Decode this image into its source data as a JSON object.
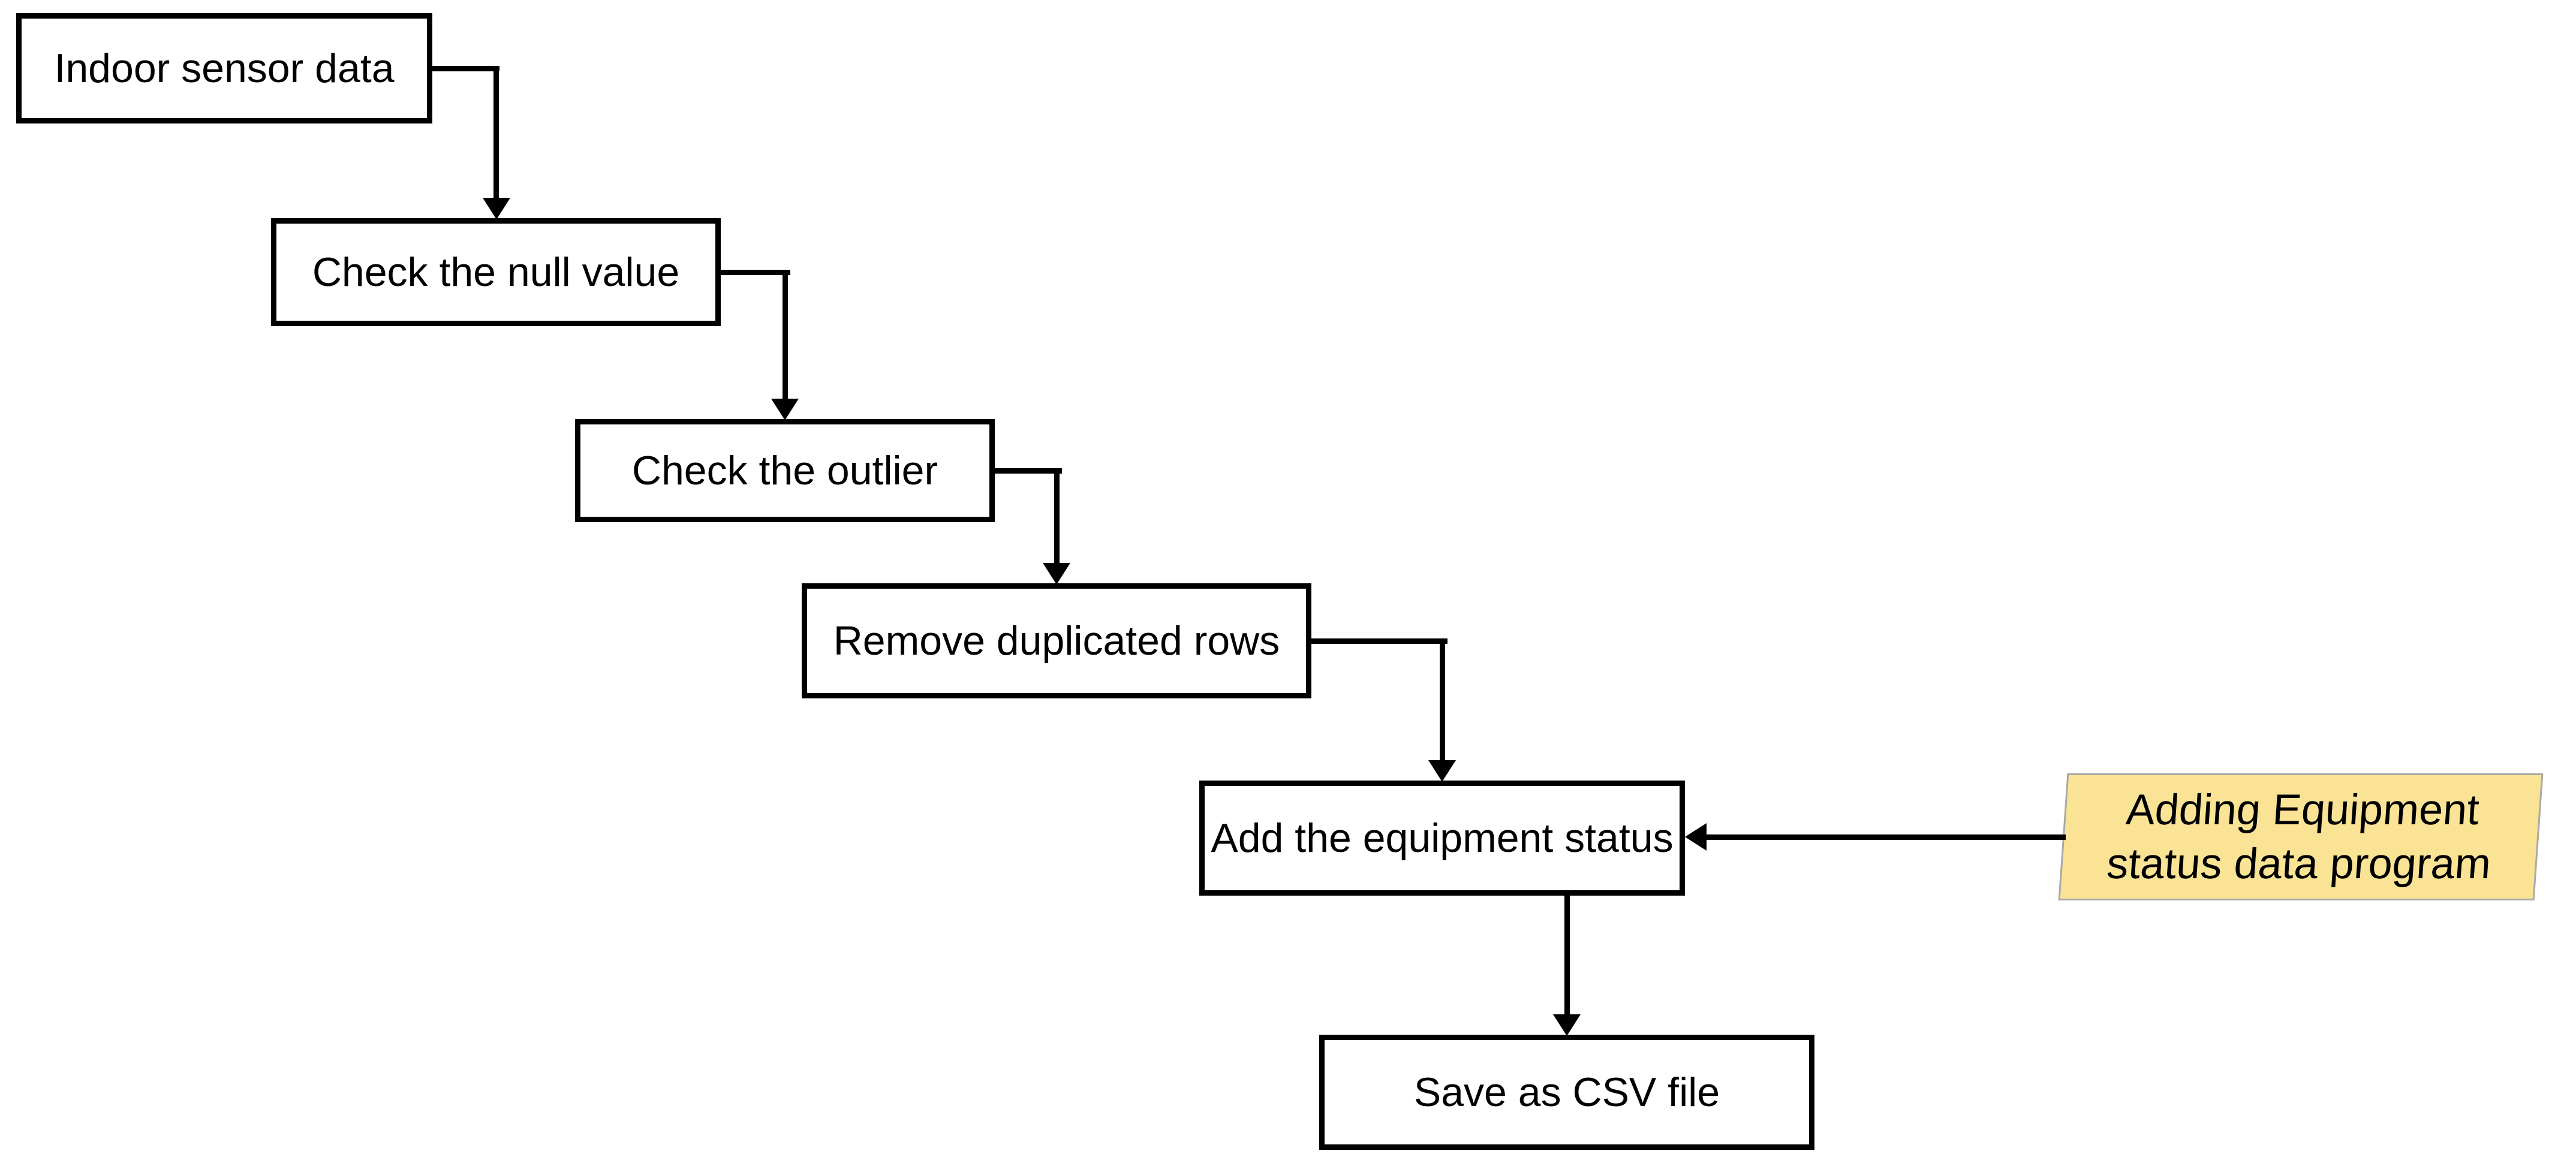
{
  "flowchart": {
    "background_color": "#ffffff",
    "stroke_color": "#000000",
    "box_fill_color": "#ffffff",
    "steps": [
      {
        "id": "indoor-sensor-data",
        "label": "Indoor sensor data"
      },
      {
        "id": "check-null-value",
        "label": "Check the null value"
      },
      {
        "id": "check-outlier",
        "label": "Check the outlier"
      },
      {
        "id": "remove-duplicates",
        "label": "Remove duplicated rows"
      },
      {
        "id": "add-equipment-status",
        "label": "Add the equipment status"
      },
      {
        "id": "save-csv",
        "label": "Save as CSV file"
      }
    ],
    "note": {
      "label": "Adding Equipment status data program",
      "line1": "Adding Equipment",
      "line2": "status data program",
      "fill_color": "#fae394",
      "border_color": "#a9a9a9"
    },
    "edges": [
      {
        "from": "indoor-sensor-data",
        "to": "check-null-value",
        "style": "elbow-down-arrow"
      },
      {
        "from": "check-null-value",
        "to": "check-outlier",
        "style": "elbow-down-arrow"
      },
      {
        "from": "check-outlier",
        "to": "remove-duplicates",
        "style": "elbow-down-arrow"
      },
      {
        "from": "remove-duplicates",
        "to": "add-equipment-status",
        "style": "elbow-down-arrow"
      },
      {
        "from": "note",
        "to": "add-equipment-status",
        "style": "straight-left-arrow"
      },
      {
        "from": "add-equipment-status",
        "to": "save-csv",
        "style": "straight-down-arrow"
      }
    ]
  }
}
